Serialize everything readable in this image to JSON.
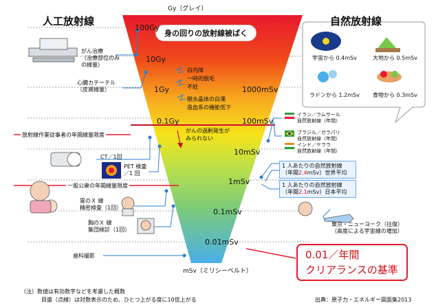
{
  "titles": {
    "left": "人工放射線",
    "right": "自然放射線",
    "top_unit": "Gy（グレイ）",
    "bottom_unit": "mSv（ミリシーベルト）",
    "banner": "身の回りの放射線被ばく"
  },
  "scale_gy": [
    "100Gy",
    "10Gy",
    "1Gy",
    "0.1Gy"
  ],
  "scale_msv": [
    "1000mSv",
    "100mSv",
    "10mSv",
    "1mSv",
    "0.1mSv",
    "0.01mSv"
  ],
  "effects": {
    "cataract": "白内障",
    "hair_loss": "一時的脱毛",
    "infertility": "不妊",
    "lens_opacity": "眼水晶体の白濁",
    "hematopoietic": "造血系の機能低下",
    "cancer_line_1": "がんの過剰発生が",
    "cancer_line_2": "みられない"
  },
  "artificial": {
    "cancer_therapy": "がん治療\n（治療部位のみ\nの線量）",
    "cardiac_cath": "心臓カテーテル\n（皮膚線量）",
    "worker_limit": "放射線作業従事者の年間線量限度",
    "ct": "CT／1回",
    "pet_1": "PET 検査",
    "pet_2": "／1 回",
    "public_limit": "一般公衆の年間線量限度",
    "stomach_xray": "胃のＸ 線\n精密検査（1回）",
    "chest_xray": "胸のＸ 線\n集団検診（1回）",
    "dental": "歯科撮影"
  },
  "natural": {
    "space": "宇宙から 0.4mSv",
    "earth": "大地から 0.5mSv",
    "radon": "ラドンから 1.2mSv",
    "food": "食物から 0.3mSv",
    "iran": "イラン／ラムサール\n自然放射線（年間）",
    "brazil": "ブラジル／ガラパリ\n自然放射線（年間）",
    "india": "インド／ケララ\n自然放射線（年間）",
    "world_avg_pre": "1 人あたりの自然放射線\n（年間",
    "world_avg_val": "2.4",
    "world_avg_post": "mSv）世界平均",
    "japan_avg_pre": "1 人あたりの自然放射線\n（年間",
    "japan_avg_val": "2.1",
    "japan_avg_post": "mSv）日本平均",
    "flight": "東京・ニューヨーク（往復）\n（高度による宇宙線の増加）"
  },
  "clearance": {
    "value": "0.01／年間",
    "label": "クリアランスの基準"
  },
  "notes": {
    "note1": "（注）数値は有効数字などを考慮した概数",
    "note2": "目盛（点線）は対数表示のため、ひとつ上がる度に10倍上がる",
    "source": "出典：原子力・エネルギー図面集2013"
  },
  "colors": {
    "funnel_top": "#e8192c",
    "funnel_mid": "#f7d21a",
    "funnel_low": "#a8d64a",
    "funnel_bottom": "#5ab8e8",
    "red_line": "#e8192c",
    "accent_blue": "#2a7fd0",
    "clearance_border": "#e8192c"
  }
}
